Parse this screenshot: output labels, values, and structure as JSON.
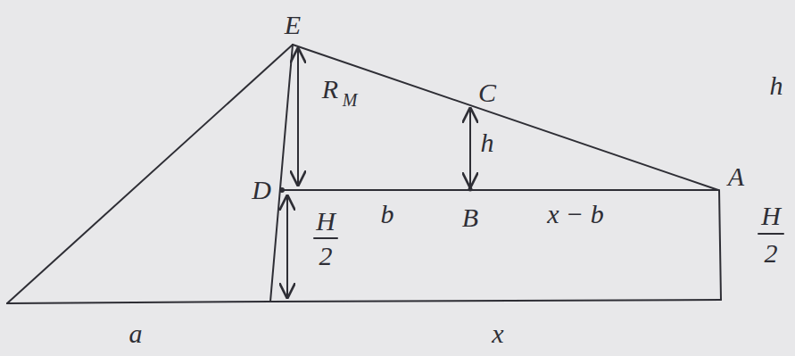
{
  "diagram": {
    "labels": [
      "E",
      "R",
      "M",
      "C",
      "h",
      "D",
      "b",
      "B",
      "x − b",
      "A",
      "H",
      "2",
      "a",
      "x",
      "H",
      "2",
      "h"
    ]
  }
}
